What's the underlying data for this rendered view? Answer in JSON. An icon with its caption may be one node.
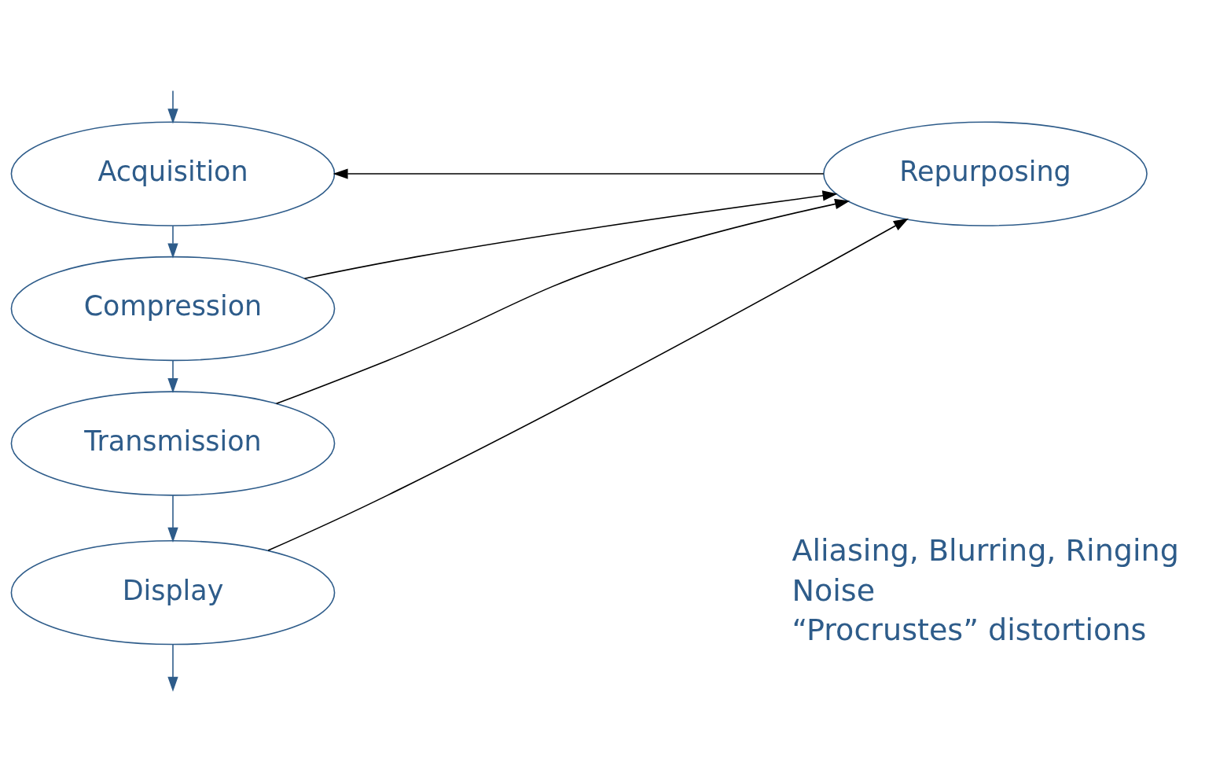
{
  "diagram": {
    "nodes": [
      {
        "text": [
          "Acquisition"
        ]
      },
      {
        "text": [
          "Compression"
        ]
      },
      {
        "text": [
          "Transmission"
        ]
      },
      {
        "text": [
          "Display"
        ]
      },
      {
        "text": [
          "Repurposing"
        ]
      }
    ],
    "edges": [
      {
        "from": null,
        "to": 0,
        "arrow": "to"
      },
      {
        "from": 0,
        "to": 1,
        "arrow": "to"
      },
      {
        "from": 1,
        "to": 2,
        "arrow": "to"
      },
      {
        "from": 2,
        "to": 3,
        "arrow": "to"
      },
      {
        "from": 3,
        "to": null,
        "arrow": "to"
      },
      {
        "from": 4,
        "to": 0,
        "arrow": "to",
        "color": "#000000"
      },
      {
        "from": 1,
        "to": 4,
        "arrow": "to",
        "color": "#000000"
      },
      {
        "from": 2,
        "to": 4,
        "arrow": "to",
        "color": "#000000"
      },
      {
        "from": 3,
        "to": 4,
        "arrow": "to",
        "color": "#000000"
      }
    ],
    "labels": [
      "Aliasing, Blurring, Ringing",
      "Noise",
      "“Procrustes” distortions"
    ]
  }
}
